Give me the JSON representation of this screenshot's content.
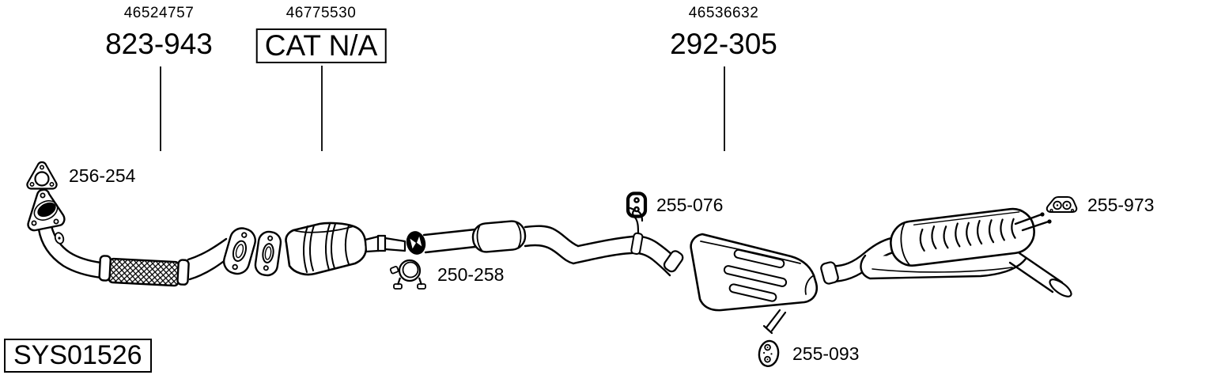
{
  "page": {
    "background": "#ffffff",
    "line_color": "#000000"
  },
  "system_code": "SYS01526",
  "callouts": [
    {
      "ref": "46524757",
      "code": "823-943",
      "boxed": false
    },
    {
      "ref": "46775530",
      "code": "CAT N/A",
      "boxed": true
    },
    {
      "ref": "46536632",
      "code": "292-305",
      "boxed": false
    }
  ],
  "parts": [
    {
      "code": "256-254",
      "icon": "flange-gasket-icon"
    },
    {
      "code": "250-258",
      "icon": "pipe-clamp-icon"
    },
    {
      "code": "255-076",
      "icon": "rubber-hanger-icon"
    },
    {
      "code": "255-093",
      "icon": "rubber-mount-icon"
    },
    {
      "code": "255-973",
      "icon": "bracket-hanger-icon"
    }
  ]
}
